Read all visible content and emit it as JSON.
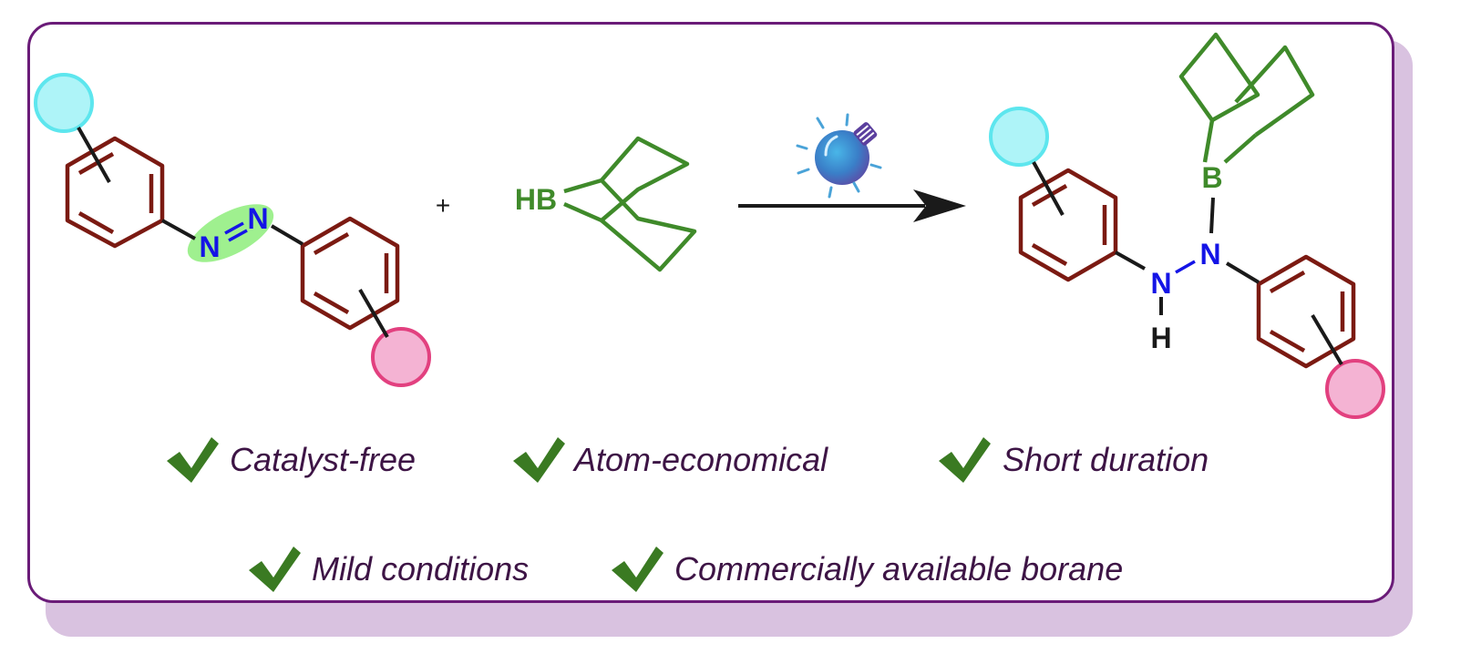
{
  "reaction": {
    "plus": "+",
    "atoms": {
      "azo_n1": "N",
      "azo_n2": "N",
      "borane_hb": "HB",
      "product_b": "B",
      "product_n1": "N",
      "product_n2": "N",
      "product_h": "H"
    },
    "colors": {
      "ring": "#7b1a12",
      "nitrogen": "#1414e6",
      "boron": "#3f8a2a",
      "highlight": "#9ff08f",
      "cyan_substituent": "#aef4f8",
      "cyan_outline": "#5de6ee",
      "pink_substituent": "#f4b3d3",
      "pink_outline": "#e2407f",
      "frame": "#6a1b78",
      "frame_shadow": "#d9c2e0",
      "check": "#3a7a22",
      "text": "#3d1445"
    },
    "condition_icon": "light-bulb-icon"
  },
  "benefits": [
    {
      "label": "Catalyst-free"
    },
    {
      "label": "Atom-economical"
    },
    {
      "label": "Short duration"
    },
    {
      "label": "Mild conditions"
    },
    {
      "label": "Commercially available borane"
    }
  ]
}
